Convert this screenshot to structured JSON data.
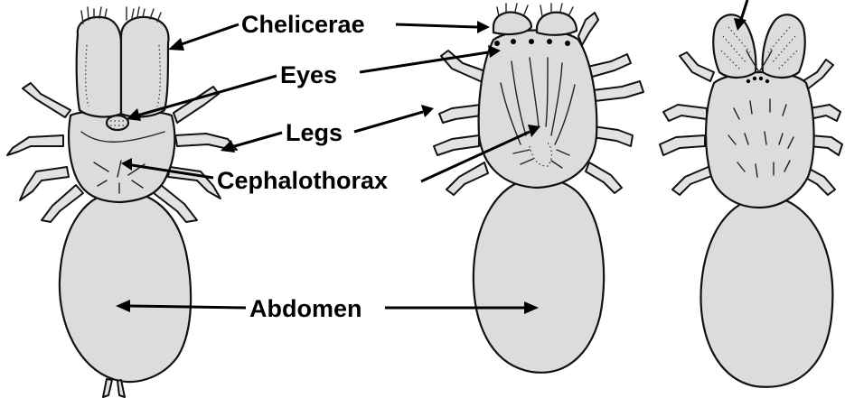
{
  "labels": {
    "chelicerae": "Chelicerae",
    "eyes": "Eyes",
    "legs": "Legs",
    "cephalothorax": "Cephalothorax",
    "abdomen": "Abdomen"
  },
  "colors": {
    "body_fill": "#dcdcdc",
    "leg_fill": "#e2e2e2",
    "outline": "#111111",
    "label_text": "#000000"
  }
}
